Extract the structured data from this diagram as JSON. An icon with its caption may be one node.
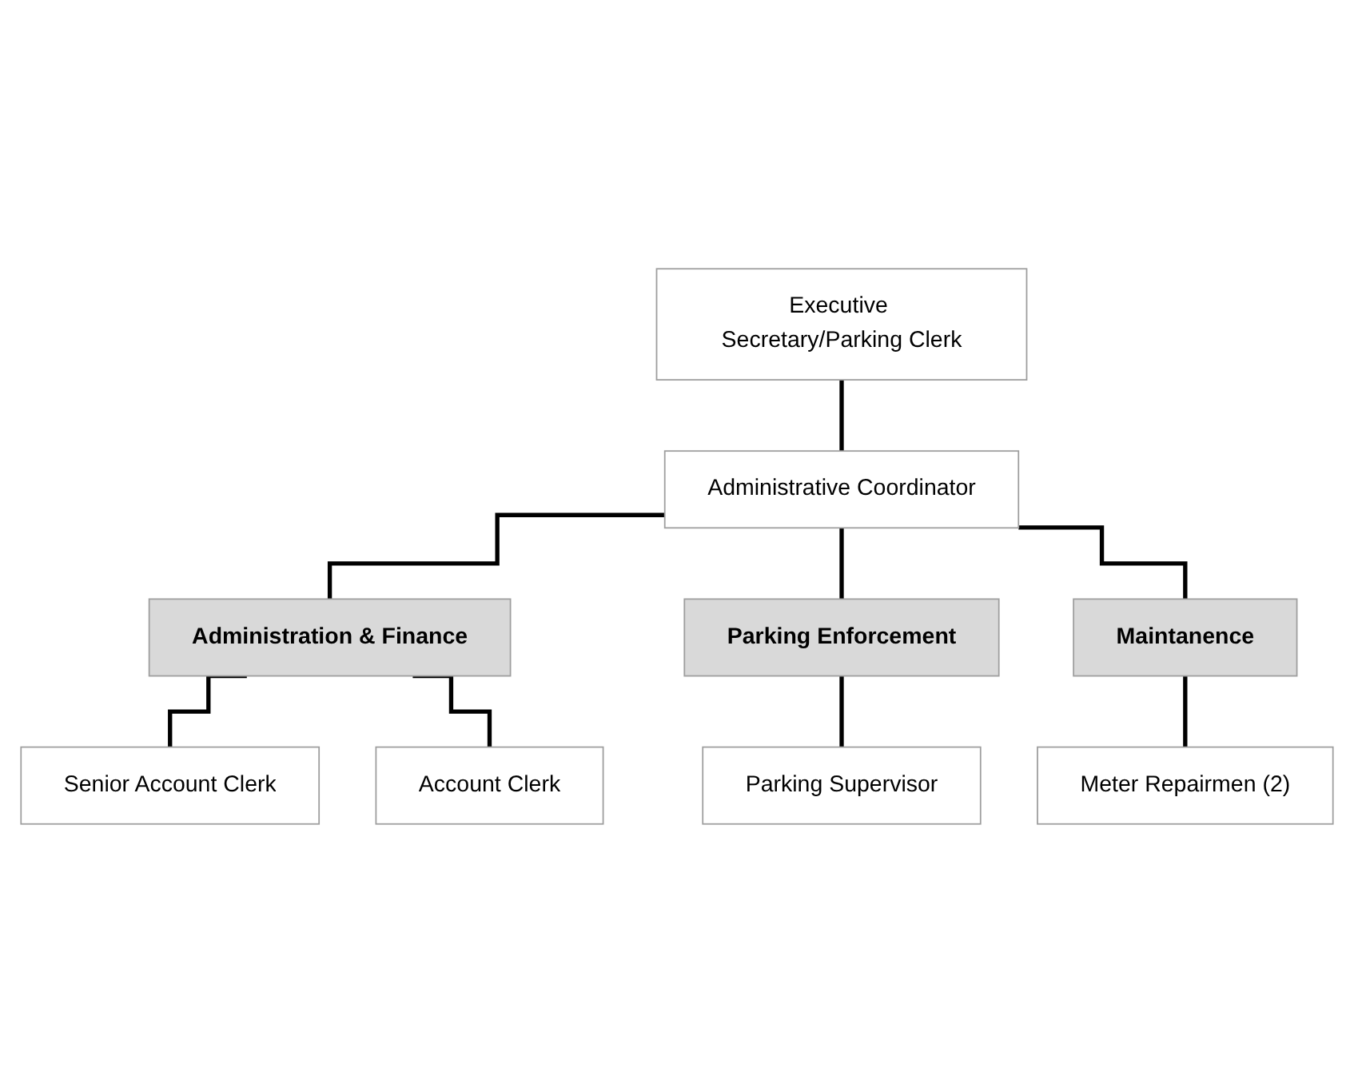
{
  "diagram": {
    "nodes": [
      {
        "text": [
          "Executive Secretary/Parking Clerk"
        ]
      },
      {
        "text": [
          "Administrative Coordinator"
        ]
      },
      {
        "text": [
          "Administration & Finance"
        ]
      },
      {
        "text": [
          "Parking Enforcement"
        ]
      },
      {
        "text": [
          "Maintanence"
        ]
      },
      {
        "text": [
          "Senior Account Clerk"
        ]
      },
      {
        "text": [
          "Account Clerk"
        ]
      },
      {
        "text": [
          "Parking Supervisor"
        ]
      },
      {
        "text": [
          "Meter Repairmen (2)"
        ]
      }
    ],
    "edges": [
      {
        "from": 0,
        "to": 1,
        "arrow": "none"
      },
      {
        "from": 1,
        "to": 2,
        "arrow": "none"
      },
      {
        "from": 1,
        "to": 3,
        "arrow": "none"
      },
      {
        "from": 1,
        "to": 4,
        "arrow": "none"
      },
      {
        "from": 2,
        "to": 5,
        "arrow": "none"
      },
      {
        "from": 2,
        "to": 6,
        "arrow": "none"
      },
      {
        "from": 3,
        "to": 7,
        "arrow": "none"
      },
      {
        "from": 4,
        "to": 8,
        "arrow": "none"
      }
    ]
  }
}
